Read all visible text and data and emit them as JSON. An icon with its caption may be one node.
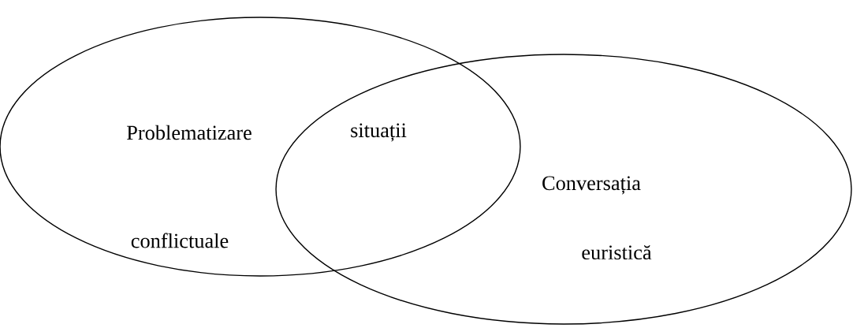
{
  "diagram": {
    "nodes": [
      {
        "text": [
          "Problematizare",
          "situații",
          "conflictuale"
        ]
      },
      {
        "text": [
          "Conversația",
          "euristică"
        ]
      }
    ]
  }
}
